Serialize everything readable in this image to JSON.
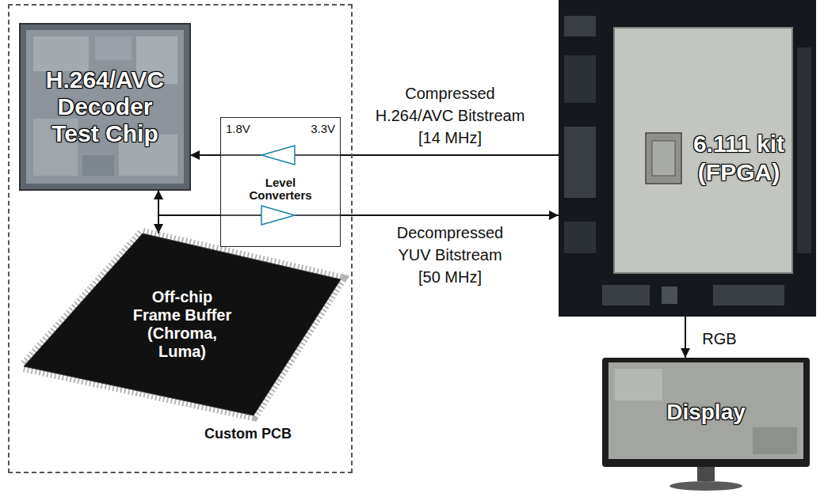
{
  "diagram": {
    "nodes": [
      {
        "text": [
          "Custom PCB"
        ]
      },
      {
        "text": [
          "H.264/AVC Decoder Test Chip"
        ],
        "in": 0
      },
      {
        "text": [
          "1.8V",
          "3.3V",
          "Level Converters"
        ],
        "in": 0
      },
      {
        "text": [
          "Off-chip Frame Buffer (Chroma, Luma)"
        ],
        "in": 0
      },
      {
        "text": [
          "6.111 kit (FPGA)"
        ]
      },
      {
        "text": [
          "Display"
        ]
      }
    ],
    "edges": [
      {
        "from": 4,
        "to": 2,
        "arrow": "none",
        "label": "Compressed H.264/AVC Bitstream [14 MHz]"
      },
      {
        "from": 2,
        "to": 1,
        "arrow": "to"
      },
      {
        "from": 1,
        "to": 2,
        "arrow": "none"
      },
      {
        "from": 2,
        "to": 4,
        "arrow": "to",
        "label": "Decompressed YUV Bitstream [50 MHz]"
      },
      {
        "from": 1,
        "to": 3,
        "arrow": "both"
      },
      {
        "from": 4,
        "to": 5,
        "arrow": "to",
        "label": "RGB"
      }
    ]
  }
}
